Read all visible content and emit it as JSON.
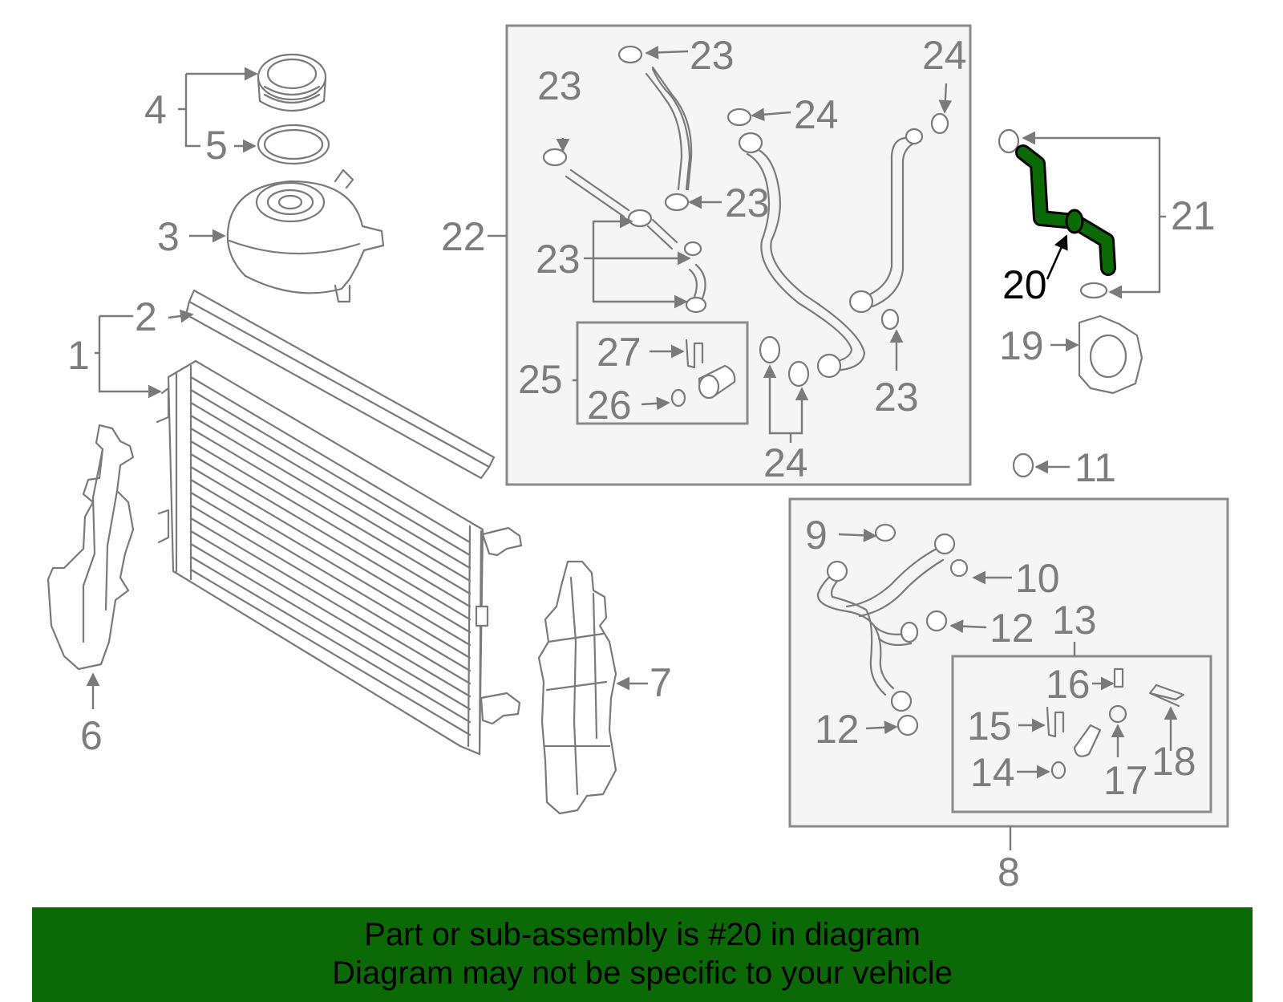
{
  "labels": {
    "n1": "1",
    "n2": "2",
    "n3": "3",
    "n4": "4",
    "n5": "5",
    "n6": "6",
    "n7": "7",
    "n8": "8",
    "n9": "9",
    "n10": "10",
    "n11": "11",
    "n12": "12",
    "n13": "13",
    "n14": "14",
    "n15": "15",
    "n16": "16",
    "n17": "17",
    "n18": "18",
    "n19": "19",
    "n20": "20",
    "n21": "21",
    "n22": "22",
    "n23": "23",
    "n24": "24",
    "n25": "25",
    "n26": "26",
    "n27": "27"
  },
  "highlight": {
    "part": "20",
    "color": "#0b6a06"
  },
  "banner": {
    "line1": "Part or sub-assembly is #20 in diagram",
    "line2": "Diagram may not be specific to your vehicle"
  },
  "colors": {
    "banner_bg": "#0b6a06",
    "label_gray": "#7d7d7d",
    "box_fill": "#f5f5f5"
  }
}
